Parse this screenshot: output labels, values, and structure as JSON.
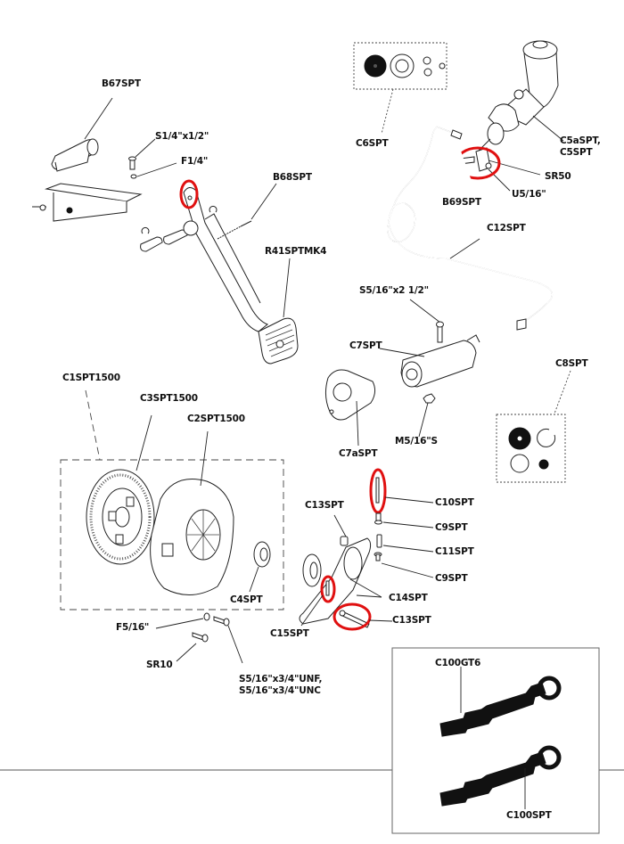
{
  "diagram": {
    "title": "Clutch assembly exploded parts diagram",
    "highlight_color": "#e01010",
    "labels": {
      "B67SPT": "B67SPT",
      "S14x12": "S1/4\"x1/2\"",
      "F14": "F1/4\"",
      "B68SPT": "B68SPT",
      "R41SPTMK4": "R41SPTMK4",
      "C6SPT": "C6SPT",
      "C5aSPT": "C5aSPT,\nC5SPT",
      "SR50": "SR50",
      "U516": "U5/16\"",
      "B69SPT": "B69SPT",
      "C12SPT": "C12SPT",
      "S516x212": "S5/16\"x2 1/2\"",
      "C7SPT": "C7SPT",
      "C8SPT": "C8SPT",
      "C7aSPT": "C7aSPT",
      "M516S": "M5/16\"S",
      "C1SPT1500": "C1SPT1500",
      "C3SPT1500": "C3SPT1500",
      "C2SPT1500": "C2SPT1500",
      "C4SPT": "C4SPT",
      "C13SPT_top": "C13SPT",
      "C10SPT": "C10SPT",
      "C9SPT_a": "C9SPT",
      "C11SPT": "C11SPT",
      "C9SPT_b": "C9SPT",
      "C14SPT": "C14SPT",
      "C13SPT_bottom": "C13SPT",
      "C15SPT": "C15SPT",
      "F516": "F5/16\"",
      "SR10": "SR10",
      "S516x34": "S5/16\"x3/4\"UNF,\nS5/16\"x3/4\"UNC",
      "C100GT6": "C100GT6",
      "C100SPT": "C100SPT"
    },
    "highlighted_parts": [
      "pedal-pivot-clevis",
      "B69SPT-clevis-pin",
      "C10SPT",
      "C15SPT",
      "C13SPT-bottom"
    ]
  }
}
